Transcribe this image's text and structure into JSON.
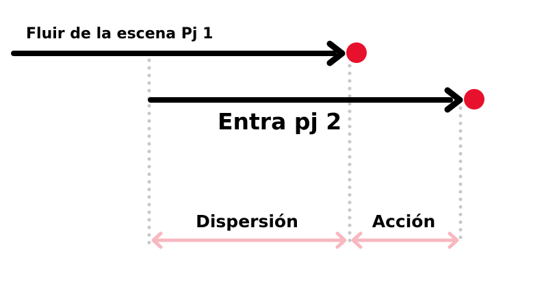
{
  "labels": {
    "flow_pj1": "Fluir de la escena Pj 1",
    "enters_pj2": "Entra pj 2",
    "dispersion": "Dispersión",
    "action": "Acción"
  },
  "colors": {
    "arrow": "#000000",
    "end_marker": "#e8112d",
    "guide_dots": "#c8c8c8",
    "span_arrow": "#f7b8c0"
  }
}
